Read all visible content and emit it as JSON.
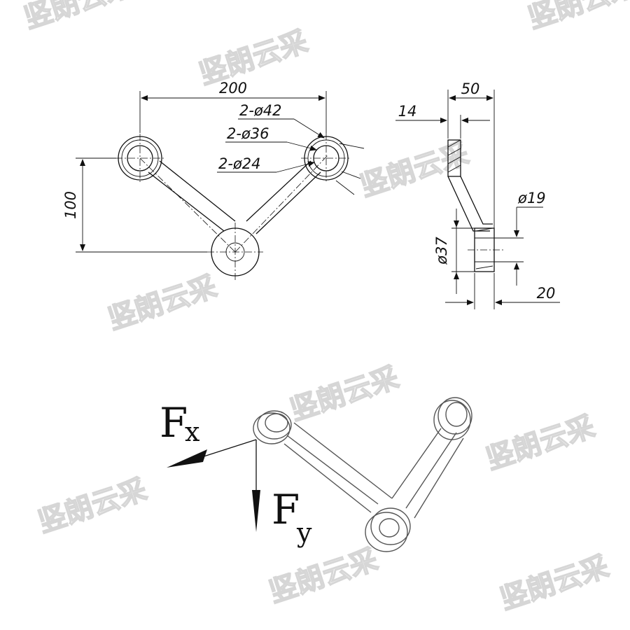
{
  "watermark": {
    "text": "竖朗云采"
  },
  "top_view": {
    "dim_width": "200",
    "dim_height": "100",
    "callouts": [
      "2-ø42",
      "2-ø36",
      "2-ø24"
    ]
  },
  "side_view": {
    "dim_total": "50",
    "dim_top": "14",
    "dim_hole": "ø19",
    "dim_boss": "ø37",
    "dim_bottom": "20"
  },
  "forces": {
    "fx_main": "F",
    "fx_sub": "x",
    "fy_main": "F",
    "fy_sub": "y"
  }
}
